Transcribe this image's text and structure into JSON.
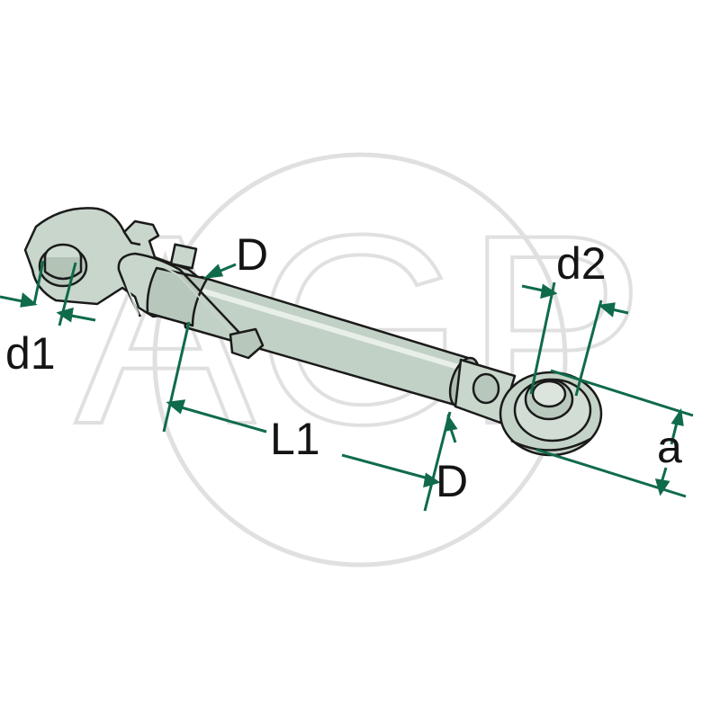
{
  "watermark": {
    "text": "AGP"
  },
  "dimensions": {
    "d1": "d1",
    "d2": "d2",
    "D_top": "D",
    "D_bottom": "D",
    "L1": "L1",
    "a": "a"
  },
  "colors": {
    "dimension_line": "#0f6b4a",
    "part_fill": "#c5d3c8",
    "part_shade": "#aebfb2",
    "outline": "#1a1a1a",
    "watermark": "#e0e0e0"
  }
}
